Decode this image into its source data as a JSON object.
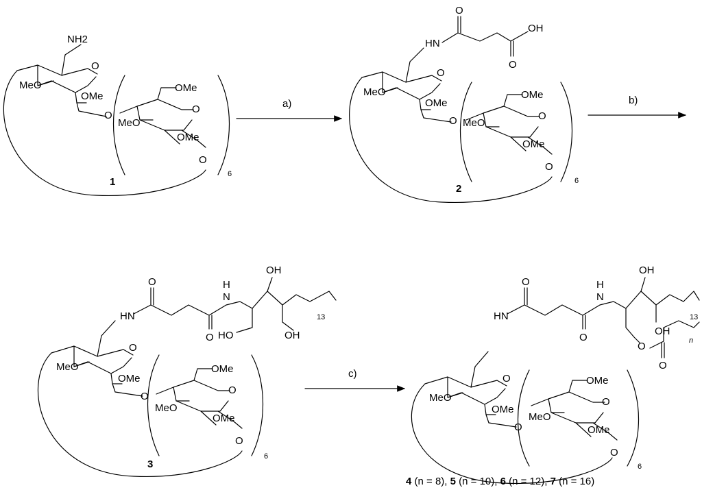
{
  "compound1": {
    "number": "1",
    "nh2": "NH2",
    "ome": "OMe",
    "meo": "MeO",
    "o": "O",
    "repeat": "6"
  },
  "compound2": {
    "number": "2",
    "hn": "HN",
    "o": "O",
    "oh": "OH",
    "ome": "OMe",
    "meo": "MeO",
    "repeat": "6"
  },
  "compound3": {
    "number": "3",
    "hn": "HN",
    "h": "H",
    "n": "N",
    "o": "O",
    "oh": "OH",
    "ho": "HO",
    "chain": "13",
    "ome": "OMe",
    "meo": "MeO",
    "repeat": "6"
  },
  "compound47": {
    "hn": "HN",
    "h": "H",
    "n": "N",
    "o": "O",
    "oh": "OH",
    "chain": "13",
    "ester_n": "n",
    "ome": "OMe",
    "meo": "MeO",
    "repeat": "6"
  },
  "steps": {
    "a": "a)",
    "b": "b)",
    "c": "c)"
  },
  "caption": {
    "n4": "4",
    "v4": " (n = 8), ",
    "n5": "5",
    "v5": " (n = 10), ",
    "n6": "6",
    "v6": " (n = 12), ",
    "n7": "7",
    "v7": " (n = 16)"
  }
}
